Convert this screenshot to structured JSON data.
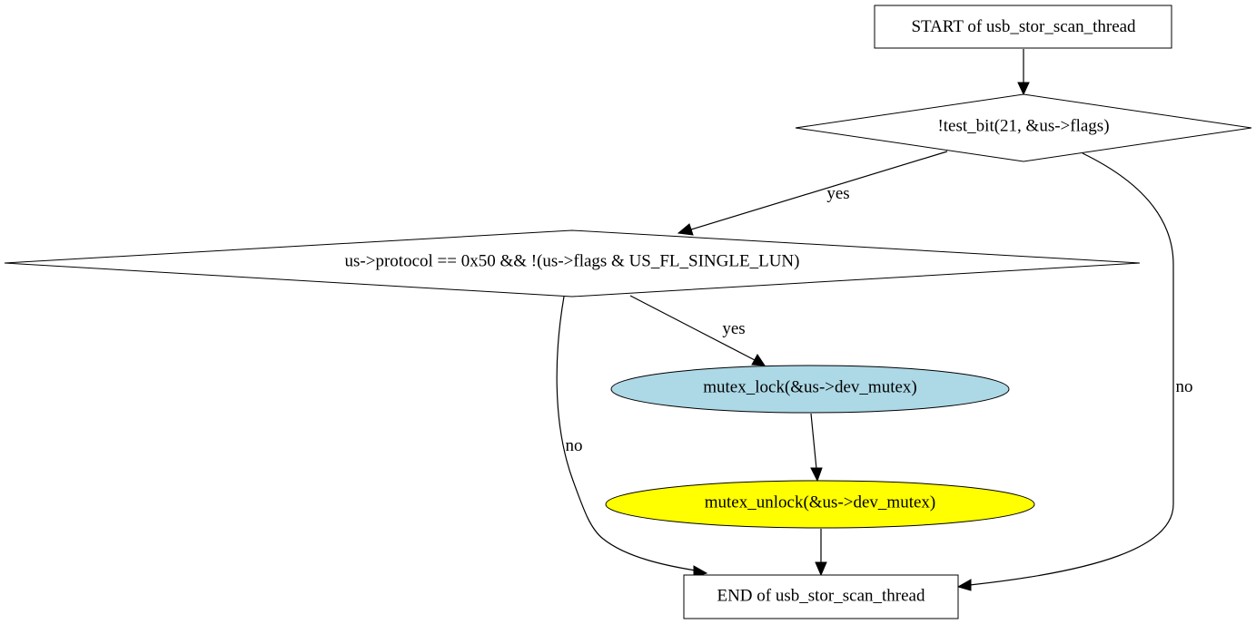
{
  "nodes": {
    "start": {
      "label": "START of usb_stor_scan_thread",
      "shape": "box",
      "fill": "#ffffff"
    },
    "cond1": {
      "label": "!test_bit(21, &us->flags)",
      "shape": "diamond",
      "fill": "#ffffff"
    },
    "cond2": {
      "label": "us->protocol == 0x50 && !(us->flags & US_FL_SINGLE_LUN)",
      "shape": "diamond",
      "fill": "#ffffff"
    },
    "lock": {
      "label": "mutex_lock(&us->dev_mutex)",
      "shape": "ellipse",
      "fill": "#add8e6"
    },
    "unlock": {
      "label": "mutex_unlock(&us->dev_mutex)",
      "shape": "ellipse",
      "fill": "#ffff00"
    },
    "end": {
      "label": "END of usb_stor_scan_thread",
      "shape": "box",
      "fill": "#ffffff"
    }
  },
  "edges": [
    {
      "from": "start",
      "to": "cond1",
      "label": ""
    },
    {
      "from": "cond1",
      "to": "cond2",
      "label": "yes"
    },
    {
      "from": "cond1",
      "to": "end",
      "label": "no"
    },
    {
      "from": "cond2",
      "to": "lock",
      "label": "yes"
    },
    {
      "from": "cond2",
      "to": "end",
      "label": "no"
    },
    {
      "from": "lock",
      "to": "unlock",
      "label": ""
    },
    {
      "from": "unlock",
      "to": "end",
      "label": ""
    }
  ]
}
